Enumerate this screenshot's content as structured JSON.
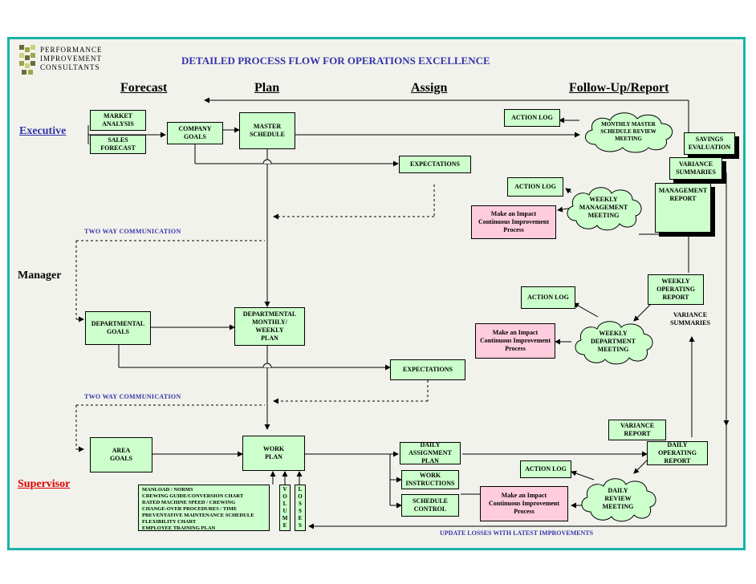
{
  "title": "DETAILED PROCESS FLOW FOR OPERATIONS EXCELLENCE",
  "logo": {
    "line1": "PERFORMANCE",
    "line2": "IMPROVEMENT",
    "line3": "CONSULTANTS"
  },
  "columns": {
    "forecast": "Forecast",
    "plan": "Plan",
    "assign": "Assign",
    "followup": "Follow-Up/Report"
  },
  "levels": {
    "executive": "Executive",
    "manager": "Manager",
    "supervisor": "Supervisor"
  },
  "two_way": {
    "upper": "TWO WAY COMMUNICATION",
    "lower": "TWO WAY COMMUNICATION"
  },
  "boxes": {
    "market_analysis": "MARKET\nANALYSIS",
    "sales_forecast": "SALES\nFORECAST",
    "company_goals": "COMPANY\nGOALS",
    "master_schedule": "MASTER\nSCHEDULE",
    "expectations_exec": "EXPECTATIONS",
    "action_log_1": "ACTION LOG",
    "action_log_2": "ACTION LOG",
    "savings_evaluation": "SAVINGS\nEVALUATION",
    "variance_summaries_1": "VARIANCE\nSUMMARIES",
    "management_report": "MANAGEMENT\nREPORT",
    "impact_1": "Make an Impact\nContinuous Improvement\nProcess",
    "departmental_goals": "DEPARTMENTAL\nGOALS",
    "dept_plan": "DEPARTMENTAL\nMONTHLY/\nWEEKLY\nPLAN",
    "expectations_mgr": "EXPECTATIONS",
    "action_log_3": "ACTION LOG",
    "impact_2": "Make an Impact\nContinuous Improvement\nProcess",
    "weekly_operating_report": "WEEKLY\nOPERATING\nREPORT",
    "variance_summaries_2": "VARIANCE\nSUMMARIES",
    "area_goals": "AREA\nGOALS",
    "work_plan": "WORK\nPLAN",
    "daily_assignment_plan": "DAILY\nASSIGNMENT\nPLAN",
    "work_instructions": "WORK\nINSTRUCTIONS",
    "schedule_control": "SCHEDULE\nCONTROL",
    "action_log_4": "ACTION LOG",
    "impact_3": "Make an Impact\nContinuous Improvement\nProcess",
    "variance_report": "VARIANCE\nREPORT",
    "daily_operating_report": "DAILY\nOPERATING\nREPORT",
    "tools_list": "MANLOAD / NORMS\nCREWING GUIDE/CONVERSION CHART\nRATED MACHINE SPEED / CREWING\nCHANGE-OVER PROCEDURES / TIME\nPREVENTATIVE MAINTENANCE SCHEDULE\nFLEXIBILITY CHART\nEMPLOYEE TRAINING PLAN",
    "volume": "V\nO\nL\nU\nM\nE",
    "losses": "L\nO\nS\nS\nE\nS"
  },
  "clouds": {
    "monthly": "MONTHLY MASTER\nSCHEDULE REVIEW\nMEETING",
    "weekly_mgmt": "WEEKLY\nMANAGEMENT\nMEETING",
    "weekly_dept": "WEEKLY\nDEPARTMENT\nMEETING",
    "daily_review": "DAILY\nREVIEW\nMEETING"
  },
  "footer_note": "UPDATE LOSSES WITH LATEST IMPROVEMENTS",
  "colors": {
    "frame": "#19b3a8",
    "box": "#ccffcc",
    "pink": "#ffccdd",
    "title": "#3333aa",
    "executive": "#3333aa",
    "supervisor": "#dd0000"
  }
}
